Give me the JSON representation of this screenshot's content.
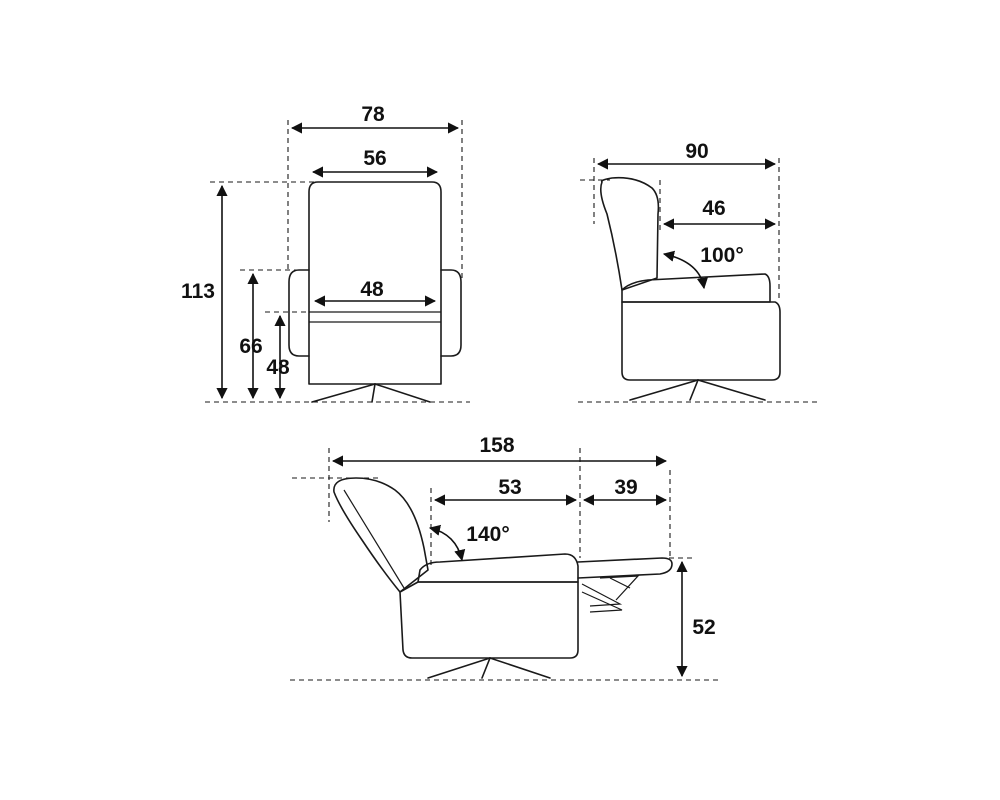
{
  "front_view": {
    "overall_width": "78",
    "back_width": "56",
    "seat_width": "48",
    "total_height": "113",
    "armrest_height": "66",
    "seat_height": "48"
  },
  "side_view": {
    "depth": "90",
    "seat_depth": "46",
    "back_angle": "100°"
  },
  "reclined_view": {
    "total_length": "158",
    "body_length": "53",
    "footrest_length": "39",
    "back_angle": "140°",
    "footrest_height": "52"
  },
  "colors": {
    "ink": "#111111",
    "background": "#ffffff"
  }
}
